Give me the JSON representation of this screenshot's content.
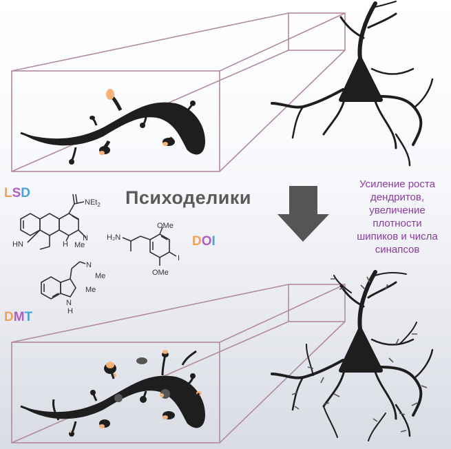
{
  "title": "Психоделики",
  "effect_lines": [
    "Усиление роста",
    "дендритов,",
    "увеличение",
    "плотности",
    "шипиков и числа",
    "синапсов"
  ],
  "drugs": {
    "lsd": {
      "letters": [
        "L",
        "S",
        "D"
      ]
    },
    "doi": {
      "letters": [
        "D",
        "O",
        "I"
      ]
    },
    "dmt": {
      "letters": [
        "D",
        "M",
        "T"
      ]
    }
  },
  "molecule_labels": {
    "lsd_amide": "NEt",
    "lsd_amide_sub": "2",
    "lsd_hn": "HN",
    "lsd_h": "H",
    "lsd_n": "N",
    "lsd_me": "Me",
    "doi_ome_top": "OMe",
    "doi_ome_bottom": "OMe",
    "doi_h2n": "H₂N",
    "doi_i": "I",
    "dmt_me1": "Me",
    "dmt_me2": "Me",
    "dmt_n": "N",
    "dmt_h": "H",
    "dmt_n2": "N"
  },
  "colors": {
    "letter_orange": "#f0a05a",
    "letter_purple": "#b05ec0",
    "letter_blue": "#4aa3d8",
    "effect_text": "#8a3b9e",
    "box_stroke": "#b08a9e",
    "neuron": "#1e1e1e",
    "spine_tip": "#f3b27a",
    "arrow": "#555555"
  }
}
